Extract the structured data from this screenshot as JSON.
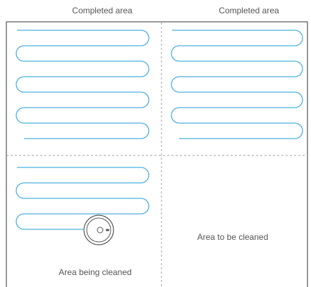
{
  "labels": {
    "top_left": "Completed area",
    "top_right": "Completed area",
    "bottom_right": "Area to be cleaned",
    "bottom_left": "Area being cleaned"
  },
  "colors": {
    "path": "#4ab0de",
    "border": "#333333",
    "divider": "#a0a0a0",
    "robot": "#555555",
    "text": "#555555"
  },
  "icons": {
    "robot": "robot-vacuum-icon"
  }
}
